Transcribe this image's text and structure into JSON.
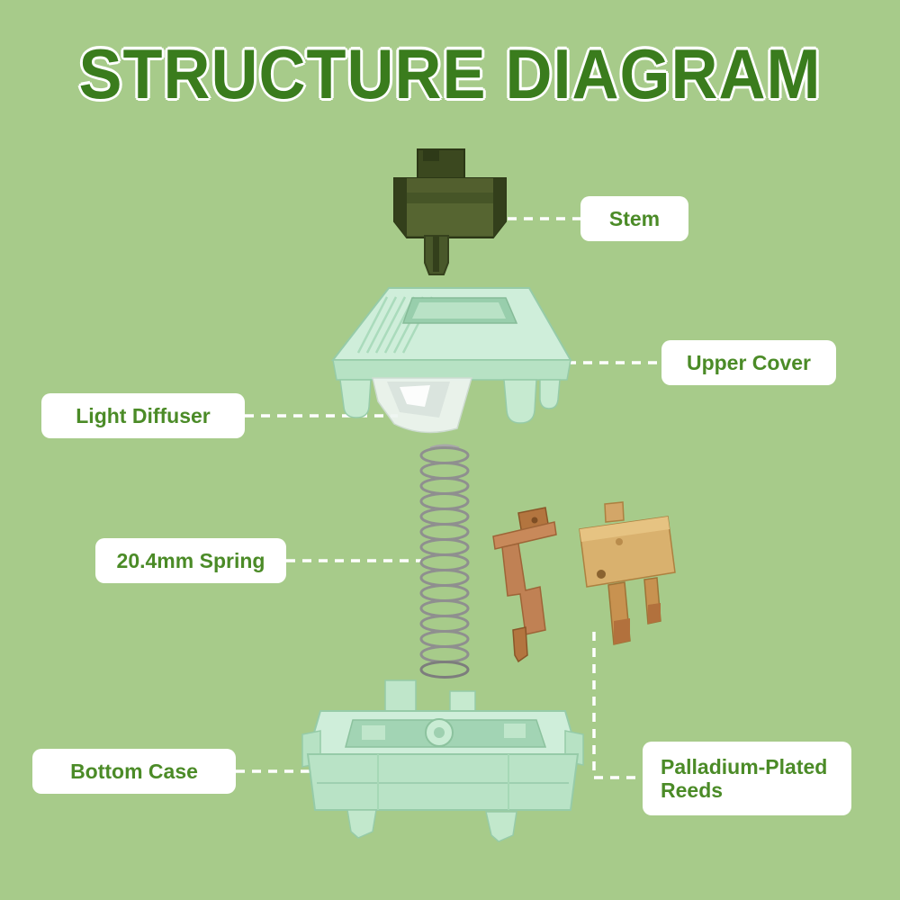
{
  "page": {
    "title": "STRUCTURE DIAGRAM",
    "background_color": "#a7cb8a",
    "title_color": "#3a7c1d",
    "label_text_color": "#4b8b27"
  },
  "labels": {
    "stem": {
      "text": "Stem"
    },
    "upper_cover": {
      "text": "Upper Cover"
    },
    "light_diffuser": {
      "text": "Light Diffuser"
    },
    "spring": {
      "text": "20.4mm Spring"
    },
    "bottom_case": {
      "text": "Bottom Case"
    },
    "reeds": {
      "text": "Palladium-Plated Reeds"
    }
  },
  "parts": {
    "stem_color": "#46552a",
    "housing_color": "#cfeeda",
    "spring_color": "#8f8f8f",
    "copper_reed_color": "#c8895a",
    "brass_reed_color": "#d9b16e",
    "diffuser_color": "#eef6f2"
  }
}
